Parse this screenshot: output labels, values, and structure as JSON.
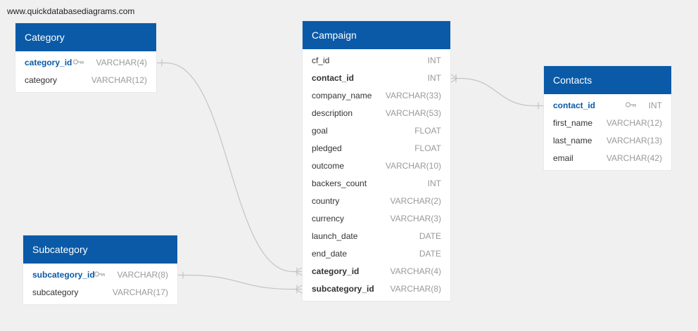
{
  "watermark": "www.quickdatabasediagrams.com",
  "colors": {
    "header_bg": "#0a5aa8",
    "header_text": "#ffffff",
    "primary_key_text": "#0a5aa8",
    "type_text": "#999999",
    "link_line": "#c4c4c4",
    "background": "#f0f0f0"
  },
  "tables": {
    "category": {
      "name": "Category",
      "fields": [
        {
          "name": "category_id",
          "type": "VARCHAR(4)",
          "pk": true
        },
        {
          "name": "category",
          "type": "VARCHAR(12)"
        }
      ]
    },
    "subcategory": {
      "name": "Subcategory",
      "fields": [
        {
          "name": "subcategory_id",
          "type": "VARCHAR(8)",
          "pk": true
        },
        {
          "name": "subcategory",
          "type": "VARCHAR(17)"
        }
      ]
    },
    "campaign": {
      "name": "Campaign",
      "fields": [
        {
          "name": "cf_id",
          "type": "INT"
        },
        {
          "name": "contact_id",
          "type": "INT",
          "fk": true
        },
        {
          "name": "company_name",
          "type": "VARCHAR(33)"
        },
        {
          "name": "description",
          "type": "VARCHAR(53)"
        },
        {
          "name": "goal",
          "type": "FLOAT"
        },
        {
          "name": "pledged",
          "type": "FLOAT"
        },
        {
          "name": "outcome",
          "type": "VARCHAR(10)"
        },
        {
          "name": "backers_count",
          "type": "INT"
        },
        {
          "name": "country",
          "type": "VARCHAR(2)"
        },
        {
          "name": "currency",
          "type": "VARCHAR(3)"
        },
        {
          "name": "launch_date",
          "type": "DATE"
        },
        {
          "name": "end_date",
          "type": "DATE"
        },
        {
          "name": "category_id",
          "type": "VARCHAR(4)",
          "fk": true
        },
        {
          "name": "subcategory_id",
          "type": "VARCHAR(8)",
          "fk": true
        }
      ]
    },
    "contacts": {
      "name": "Contacts",
      "fields": [
        {
          "name": "contact_id",
          "type": "INT",
          "pk": true
        },
        {
          "name": "first_name",
          "type": "VARCHAR(12)"
        },
        {
          "name": "last_name",
          "type": "VARCHAR(13)"
        },
        {
          "name": "email",
          "type": "VARCHAR(42)"
        }
      ]
    }
  },
  "relationships": [
    {
      "from": "campaign.category_id",
      "to": "category.category_id"
    },
    {
      "from": "campaign.subcategory_id",
      "to": "subcategory.subcategory_id"
    },
    {
      "from": "campaign.contact_id",
      "to": "contacts.contact_id"
    }
  ]
}
